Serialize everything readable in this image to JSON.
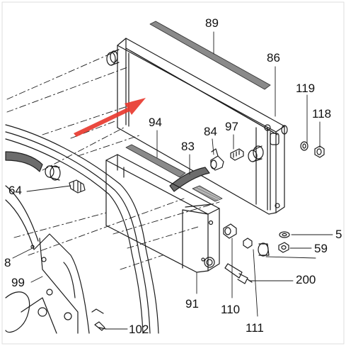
{
  "labels": {
    "l89": "89",
    "l86": "86",
    "l119": "119",
    "l118": "118",
    "l94": "94",
    "l84": "84",
    "l97": "97",
    "l83": "83",
    "l64": "64",
    "l5": "5",
    "l59": "59",
    "l8": "8",
    "l99": "99",
    "l200": "200",
    "l91": "91",
    "l110": "110",
    "l111": "111",
    "l102": "102"
  },
  "colors": {
    "line": "#1a1a1a",
    "arrow": "#e8392f",
    "gasket": "#8a8a8a",
    "hose": "#6c6c6c"
  }
}
